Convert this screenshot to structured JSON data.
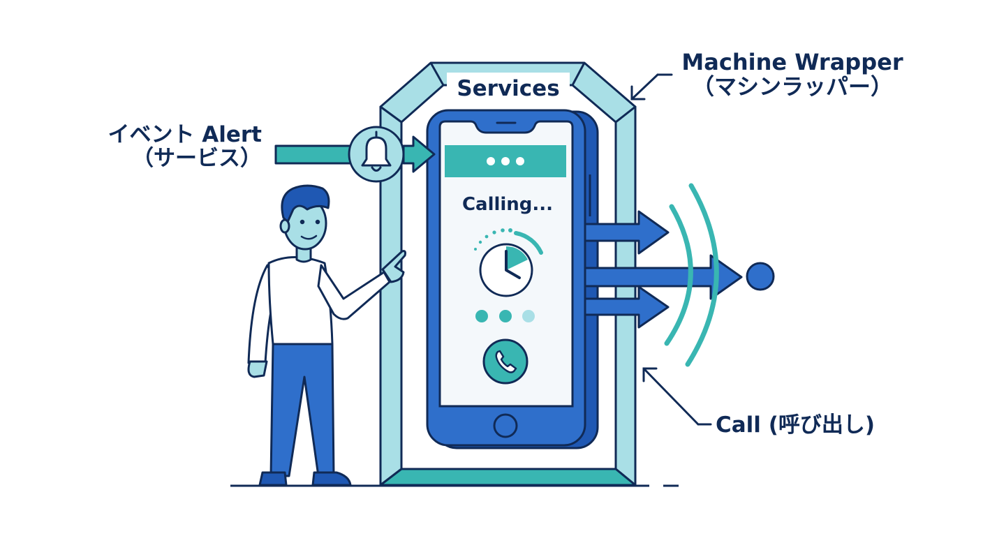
{
  "labels": {
    "event_alert_line1": "イベント Alert",
    "event_alert_line2": "（サービス）",
    "machine_wrapper_line1": "Machine Wrapper",
    "machine_wrapper_line2": "（マシンラッパー）",
    "services": "Services",
    "calling": "Calling...",
    "call": "Call (呼び出し)",
    "status_dots": "•••"
  },
  "colors": {
    "navy": "#102a56",
    "blue": "#2f6fcb",
    "teal": "#39b6b2",
    "light_teal": "#a9dfe6",
    "screen_bg": "#f4f8fb"
  },
  "icons": [
    "bell-icon",
    "clock-icon",
    "phone-icon",
    "person-figure",
    "signal-waves-icon"
  ]
}
